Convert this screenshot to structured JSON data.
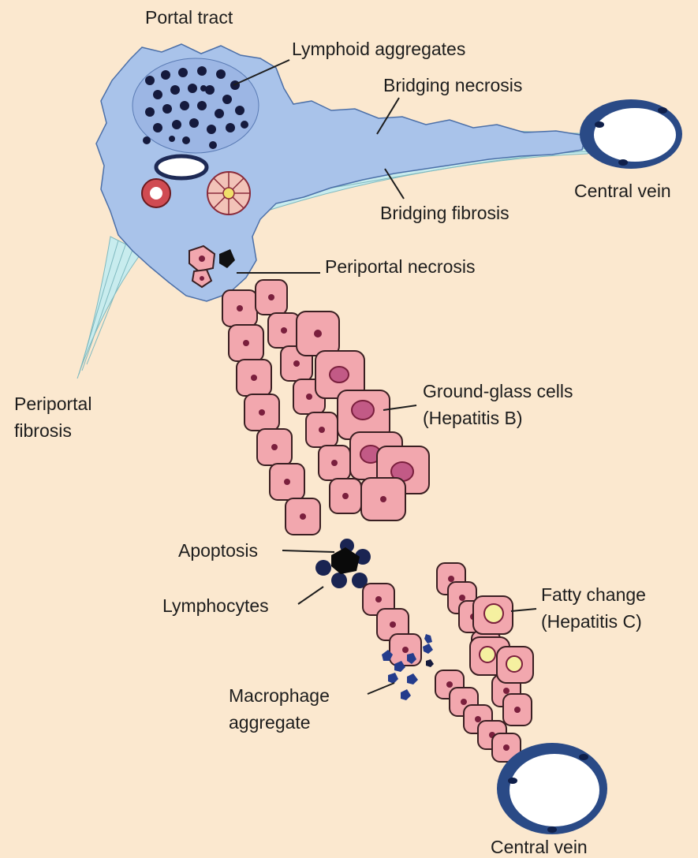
{
  "labels": {
    "portal_tract": "Portal tract",
    "lymphoid_aggregates": "Lymphoid aggregates",
    "bridging_necrosis": "Bridging necrosis",
    "central_vein_top": "Central vein",
    "bridging_fibrosis": "Bridging fibrosis",
    "periportal_necrosis": "Periportal necrosis",
    "periportal_fibrosis_1": "Periportal",
    "periportal_fibrosis_2": "fibrosis",
    "ground_glass_1": "Ground-glass cells",
    "ground_glass_2": "(Hepatitis B)",
    "apoptosis": "Apoptosis",
    "lymphocytes": "Lymphocytes",
    "fatty_change_1": "Fatty change",
    "fatty_change_2": "(Hepatitis C)",
    "macrophage_1": "Macrophage",
    "macrophage_2": "aggregate",
    "central_vein_bottom": "Central vein"
  },
  "colors": {
    "background": "#fbe8cf",
    "portal_tract": "#a9c3ea",
    "fibrosis": "#c8ecee",
    "hepatocyte": "#f2a7ae",
    "vein_wall": "#2a4a86",
    "lymphocyte": "#151a3d",
    "macrophage": "#243c8c",
    "fat": "#f5f0a0"
  }
}
